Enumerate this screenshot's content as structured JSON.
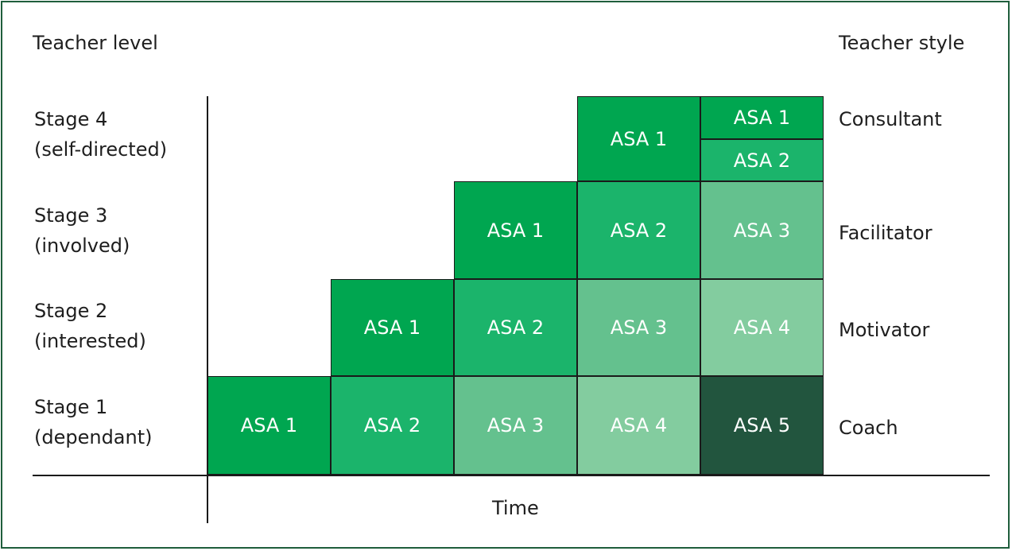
{
  "labels": {
    "teacher_level": "Teacher level",
    "teacher_style": "Teacher style",
    "time": "Time"
  },
  "stages": [
    {
      "line1": "Stage 4",
      "line2": "(self-directed)",
      "style": "Consultant"
    },
    {
      "line1": "Stage 3",
      "line2": "(involved)",
      "style": "Facilitator"
    },
    {
      "line1": "Stage 2",
      "line2": "(interested)",
      "style": "Motivator"
    },
    {
      "line1": "Stage 1",
      "line2": "(dependant)",
      "style": "Coach"
    }
  ],
  "colors": {
    "asa1": "#00a650",
    "asa2": "#1bb46b",
    "asa3": "#64c18e",
    "asa4": "#83cc9f",
    "asa5": "#22553e",
    "frame": "#1f5e3c",
    "line": "#1a1a1a"
  },
  "stage4_cells": [
    {
      "label": "ASA 1",
      "col": 4,
      "shade": "asa1"
    }
  ],
  "stage4_split": [
    {
      "label": "ASA 1",
      "shade": "asa1"
    },
    {
      "label": "ASA 2",
      "shade": "asa2"
    }
  ],
  "stage3_cells": [
    {
      "label": "ASA 1",
      "col": 3,
      "shade": "asa1"
    },
    {
      "label": "ASA 2",
      "col": 4,
      "shade": "asa2"
    },
    {
      "label": "ASA 3",
      "col": 5,
      "shade": "asa3"
    }
  ],
  "stage2_cells": [
    {
      "label": "ASA 1",
      "col": 2,
      "shade": "asa1"
    },
    {
      "label": "ASA 2",
      "col": 3,
      "shade": "asa2"
    },
    {
      "label": "ASA 3",
      "col": 4,
      "shade": "asa3"
    },
    {
      "label": "ASA 4",
      "col": 5,
      "shade": "asa4"
    }
  ],
  "stage1_cells": [
    {
      "label": "ASA 1",
      "col": 1,
      "shade": "asa1"
    },
    {
      "label": "ASA 2",
      "col": 2,
      "shade": "asa2"
    },
    {
      "label": "ASA 3",
      "col": 3,
      "shade": "asa3"
    },
    {
      "label": "ASA 4",
      "col": 4,
      "shade": "asa4"
    },
    {
      "label": "ASA 5",
      "col": 5,
      "shade": "asa5"
    }
  ]
}
